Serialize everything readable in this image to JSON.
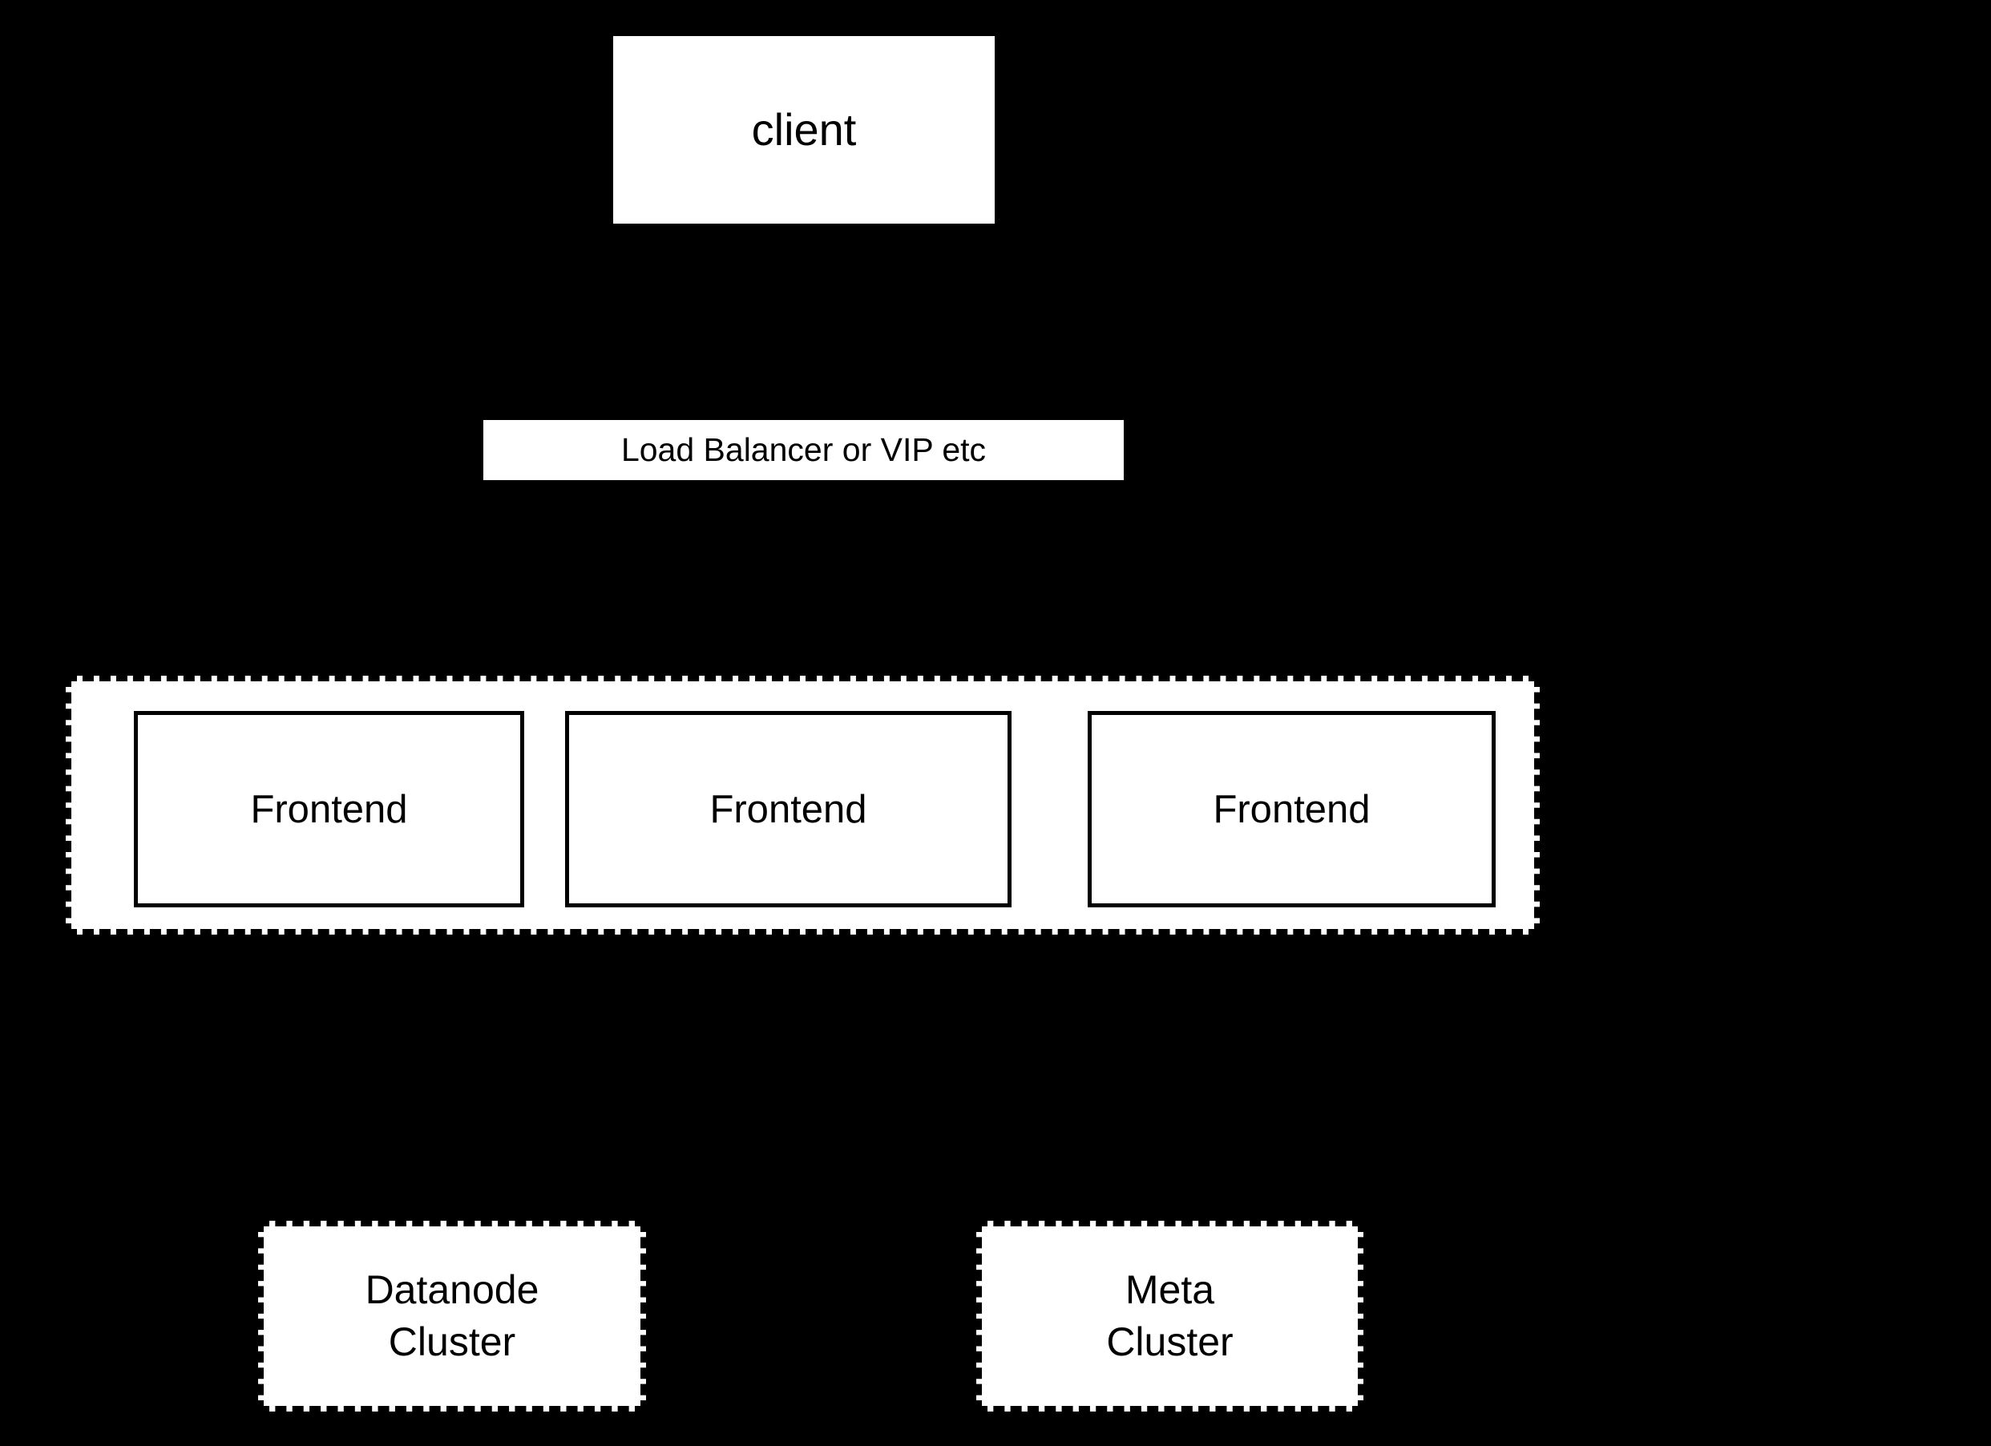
{
  "diagram": {
    "background_color": "#000000",
    "node_fill_color": "#ffffff",
    "node_stroke_color": "#000000",
    "text_color": "#000000",
    "client": {
      "label": "client"
    },
    "load_balancer": {
      "label": "Load Balancer or VIP etc"
    },
    "frontend_group": {
      "nodes": [
        {
          "label": "Frontend"
        },
        {
          "label": "Frontend"
        },
        {
          "label": "Frontend"
        }
      ]
    },
    "clusters": [
      {
        "label": "Datanode\nCluster"
      },
      {
        "label": "Meta\nCluster"
      }
    ]
  }
}
